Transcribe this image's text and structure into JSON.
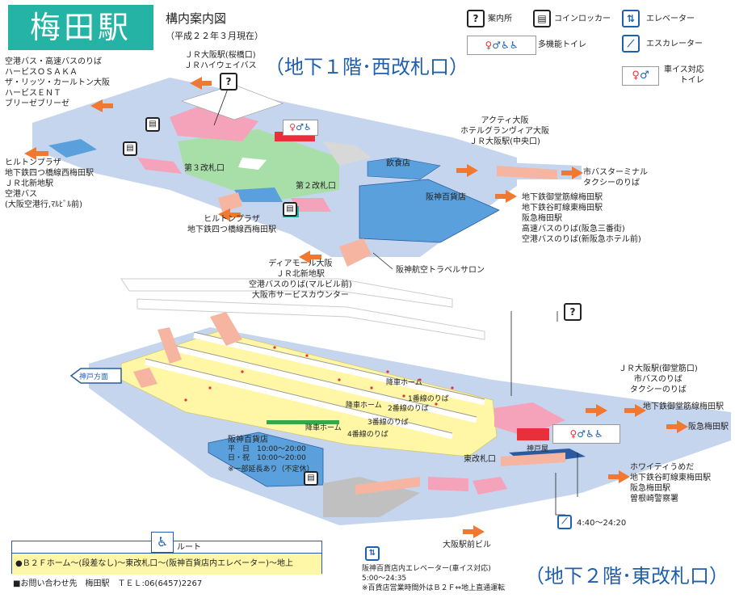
{
  "header": {
    "station": "梅田駅",
    "map_title": "構内案内図",
    "date_note": "（平成２２年３月現在）"
  },
  "legend": {
    "info": {
      "icon": "question-icon",
      "label": "案内所"
    },
    "locker": {
      "icon": "locker-icon",
      "label": "コインロッカー"
    },
    "elevator": {
      "icon": "elevator-icon",
      "label": "エレベーター"
    },
    "escalator": {
      "icon": "escalator-icon",
      "label": "エスカレーター"
    },
    "multi_toilet": {
      "icon": "multifunction-toilet-icon",
      "label": "多機能トイレ"
    },
    "wheelchair_toilet": {
      "icon": "wheelchair-toilet-icon",
      "label": "車イス対応\nトイレ"
    }
  },
  "floors": {
    "b1": "（地下１階･西改札口）",
    "b2": "（地下２階･東改札口）"
  },
  "b1_labels": {
    "jr_top": "ＪＲ大阪駅(桜橋口)\nＪＲハイウェイバス",
    "left_top": "空港バス・高速バスのりば\nハービスＯＳＡＫＡ\nザ・リッツ・カールトン大阪\nハービスＥＮＴ\nブリーゼブリーゼ",
    "left_mid": "ヒルトンプラザ\n地下鉄四つ橋線西梅田駅\nＪＲ北新地駅\n空港バス\n(大阪空港行,ﾏﾙﾋﾞﾙ前)",
    "center_low": "ヒルトンプラザ\n地下鉄四つ橋線西梅田駅",
    "bottom": "ディアモール大阪\nＪＲ北新地駅\n空港バスのりば(マルビル前)\n大阪市サービスカウンター",
    "right_top": "アクティ大阪\nホテルグランヴィア大阪\nＪＲ大阪駅(中央口)",
    "right_bus": "市バスターミナル\nタクシーのりば",
    "right_mid": "地下鉄御堂筋線梅田駅\n地下鉄谷町線東梅田駅\n阪急梅田駅\n高速バスのりば(阪急三番街)\n空港バスのりば(新阪急ホテル前)",
    "gate3": "第３改札口",
    "gate2": "第２改札口",
    "food": "飲食店",
    "hanshin_dept": "阪神百貨店",
    "travel_salon": "阪神航空トラベルサロン"
  },
  "b2_labels": {
    "right_top": "ＪＲ大阪駅(御堂筋口)\n市バスのりば\nタクシーのりば",
    "midosuji": "地下鉄御堂筋線梅田駅",
    "hankyu": "阪急梅田駅",
    "right_bottom": "ホワイティうめだ\n地下鉄谷町線東梅田駅\n阪急梅田駅\n曽根崎警察署",
    "kobe_dir": "神戸方面",
    "platform1": "降車ホーム",
    "platform2": "降車ホーム",
    "platform3": "降車ホーム",
    "track1": "1番線のりば",
    "track2": "2番線のりば",
    "track3": "3番線のりば",
    "track4": "4番線のりば",
    "east_gate": "東改札口",
    "kobe_shop": "神戸屋",
    "osaka_bldg": "大阪駅前ビル",
    "esc_hours": "4:40〜24:20",
    "dept_name": "阪神百貨店",
    "dept_hours": "平　日　10:00〜20:00\n日・祝　10:00〜20:00",
    "dept_note": "※一部延長あり（不定休）",
    "elev_note": "阪神百貨店内エレベーター(車イス対応)\n5:00〜24:35\n※百貨店営業時間外はＢ２Ｆ⇔地上直通運転"
  },
  "route": {
    "title": "ルート",
    "description": "●Ｂ２Ｆホーム〜(段差なし)〜東改札口〜(阪神百貨店内エレベーター)〜地上"
  },
  "contact": "■お問い合わせ先　梅田駅　ＴＥＬ:06(6457)2267",
  "colors": {
    "title_bg": "#25b3a5",
    "floor_blue": "#c6d5ee",
    "gate_green": "#a8dfa8",
    "platform_yellow": "#fff6a6",
    "shop_pink": "#f4a3bb",
    "dept_blue": "#5aa0dc",
    "arrow_orange": "#f07830",
    "toilet_red": "#e8303a",
    "toilet_blue": "#1f5fae"
  }
}
